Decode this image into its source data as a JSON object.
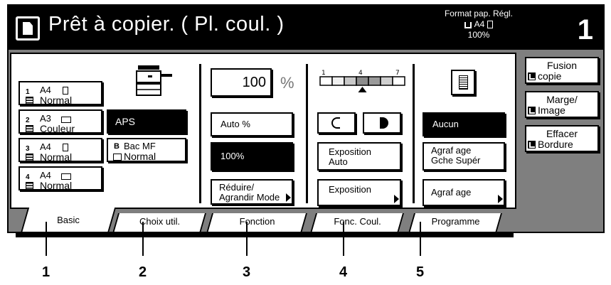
{
  "titlebar": {
    "status": "Prêt à copier. ( Pl. coul. )",
    "paper_label": "Format pap. Régl.",
    "paper_size": "A4",
    "zoom": "100%",
    "copies": "1"
  },
  "trays": [
    {
      "num": "1",
      "size": "A4",
      "orientation": "portrait",
      "media": "Normal"
    },
    {
      "num": "2",
      "size": "A3",
      "orientation": "landscape",
      "media": "Couleur"
    },
    {
      "num": "3",
      "size": "A4",
      "orientation": "portrait",
      "media": "Normal"
    },
    {
      "num": "4",
      "size": "A4",
      "orientation": "landscape",
      "media": "Normal"
    }
  ],
  "paper": {
    "aps": "APS",
    "mf_tray_key": "B",
    "mf_tray": "Bac MF",
    "mf_media": "Normal"
  },
  "zoom": {
    "value": "100",
    "unit": "%",
    "auto": "Auto %",
    "fixed": "100%",
    "reduce_line1": "Réduire/",
    "reduce_line2": "Agrandir Mode"
  },
  "exposure": {
    "scale_labels": [
      "1",
      "4",
      "7"
    ],
    "level": 4,
    "auto_line1": "Exposition",
    "auto_line2": "Auto",
    "mode": "Exposition"
  },
  "finishing": {
    "none": "Aucun",
    "staple_tl_line1": "Agraf age",
    "staple_tl_line2": "Gche Supér",
    "staple": "Agraf age"
  },
  "side_buttons": [
    {
      "line1": "Fusion",
      "line2": "copie"
    },
    {
      "line1": "Marge/",
      "line2": "Image"
    },
    {
      "line1": "Effacer",
      "line2": "Bordure"
    }
  ],
  "tabs": [
    "Basic",
    "Choix util.",
    "Fonction",
    "Fonc. Coul.",
    "Programme"
  ],
  "callouts": [
    "1",
    "2",
    "3",
    "4",
    "5"
  ]
}
